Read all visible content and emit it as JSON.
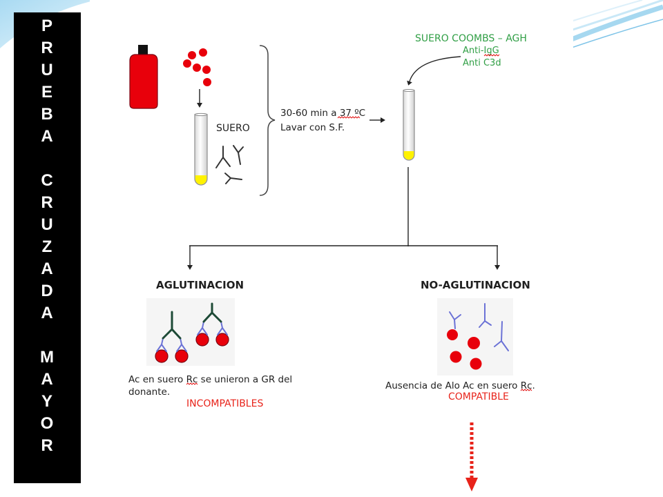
{
  "title_bar": {
    "words": [
      "PRUEBA",
      "CRUZADA",
      "MAYOR"
    ]
  },
  "diagram": {
    "serum_tube": {
      "label": "SUERO"
    },
    "incubation": {
      "line1": "30-60 min a 37 ºC",
      "line2": "Lavar con S.F."
    },
    "coombs_reagent": {
      "title": "SUERO COOMBS – AGH",
      "line1": "Anti-IgG",
      "line2": "Anti C3d"
    },
    "agglutination": {
      "heading": "AGLUTINACION",
      "description_line1": "Ac en suero Rc se unieron a GR del",
      "description_line2": "donante.",
      "result": "INCOMPATIBLES"
    },
    "no_agglutination": {
      "heading": "NO-AGLUTINACION",
      "description": "Ausencia de Alo Ac en suero Rc.",
      "result": "COMPATIBLE"
    }
  },
  "colors": {
    "title_bar_bg": "#000000",
    "title_text": "#ffffff",
    "reagent_text": "#2f9e44",
    "result_text": "#e8231a",
    "cell_red": "#e8000b",
    "serum_yellow": "#fff200",
    "antibody_blue": "#6b72d6",
    "ahg_green": "#1d4a36"
  }
}
